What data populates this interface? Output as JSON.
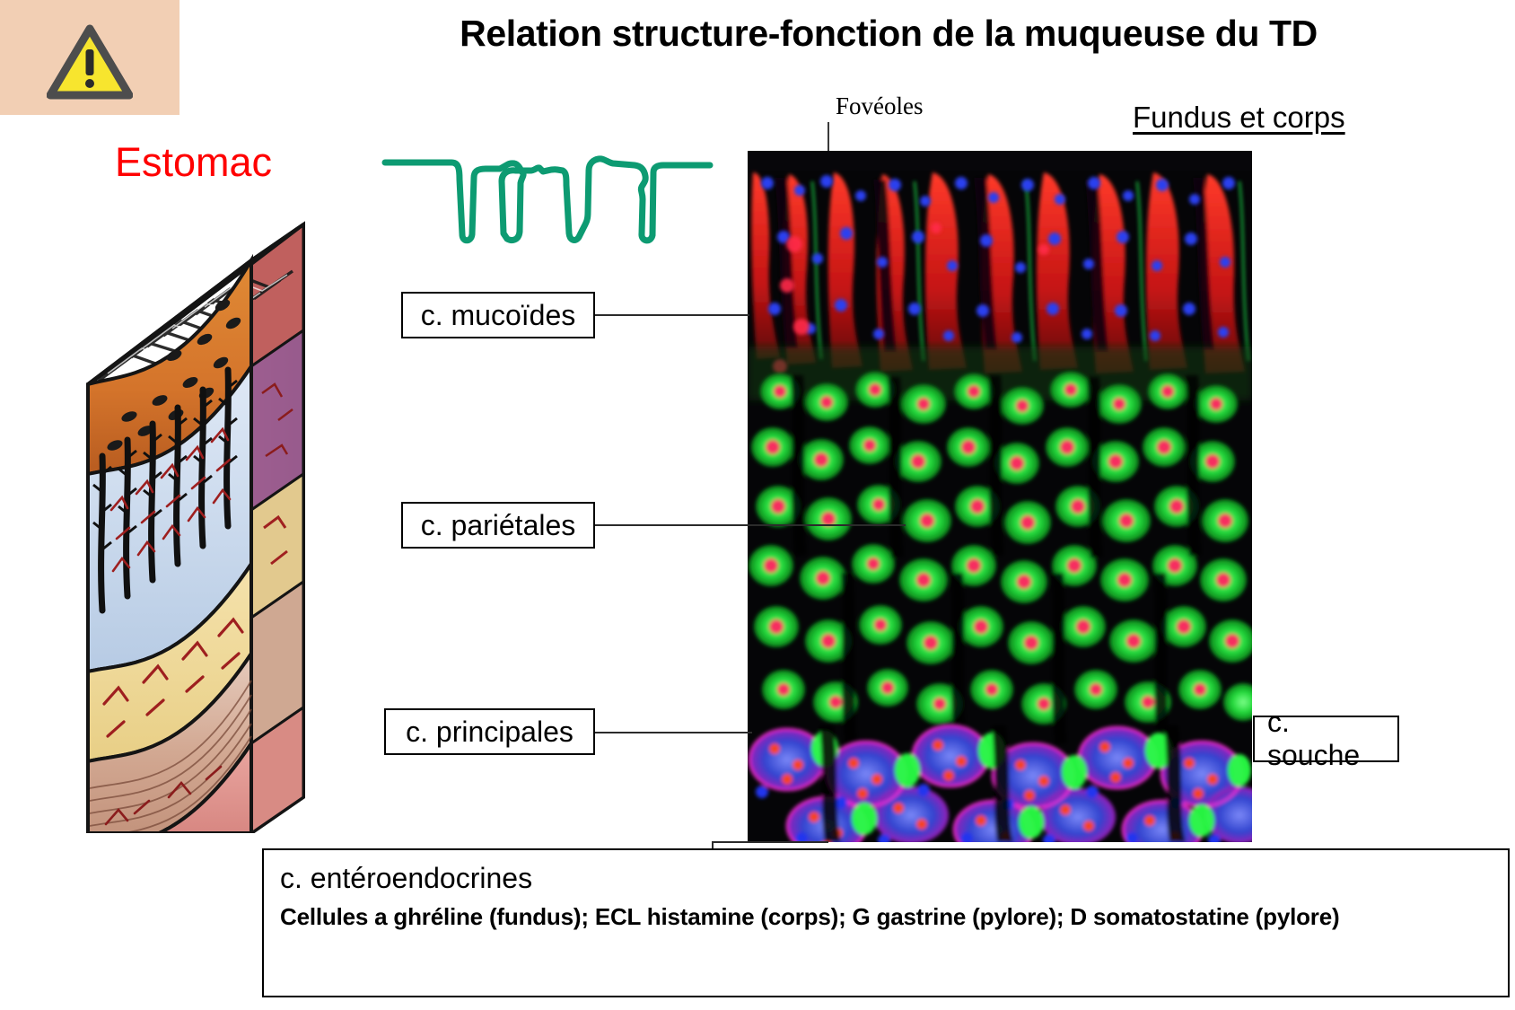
{
  "slide": {
    "title": "Relation structure-fonction de la muqueuse du TD",
    "organ_label": "Estomac",
    "region_label": "Fundus et corps"
  },
  "warning": {
    "icon": "warning-triangle-icon",
    "background_color": "#f2cfb4",
    "triangle_fill": "#f7e52e",
    "triangle_stroke": "#4d4d4d"
  },
  "annotations": {
    "foveoles": "Fovéoles",
    "mucoides": "c. mucoïdes",
    "parietales": "c. pariétales",
    "principales": "c. principales",
    "souche": "c. souche"
  },
  "bottom_note": {
    "title": "c. entéroendocrines",
    "detail": "Cellules a ghréline (fundus); ECL histamine (corps); G gastrine (pylore); D somatostatine (pylore)"
  },
  "schematic": {
    "name": "gastric-pit-schematic",
    "stroke_color": "#0d9b72"
  },
  "micrograph": {
    "name": "gastric-mucosa-immunofluorescence",
    "background_color": "#050507",
    "channel_colors": [
      "#ff1a1a",
      "#1f3dff",
      "#19e03a",
      "#ff2bd0"
    ]
  },
  "colors": {
    "title": "#000000",
    "organ": "#ff0000",
    "box_border": "#000000",
    "leader": "#2b2b2b"
  }
}
